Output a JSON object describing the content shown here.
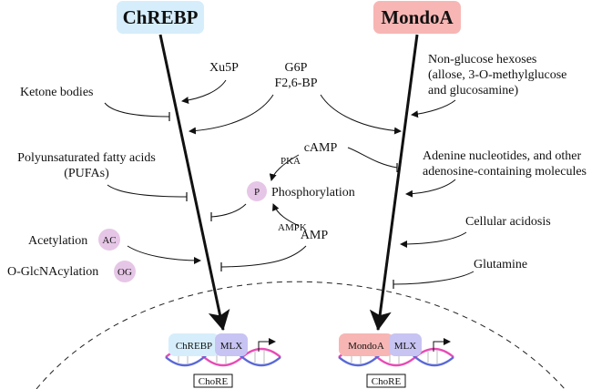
{
  "headers": {
    "left": "ChREBP",
    "right": "MondoA"
  },
  "colors": {
    "chrebp_fill": "#d6eefb",
    "mondoa_fill": "#f7b6b4",
    "mlx_fill": "#c7c3f2",
    "modification_fill": "#e6c6e6",
    "dna_pink": "#e84bb6",
    "dna_blue": "#5a69d6"
  },
  "labels": {
    "xu5p": "Xu5P",
    "g6p": "G6P",
    "f26bp": "F2,6-BP",
    "ketone_bodies": "Ketone bodies",
    "pufa_line1": "Polyunsaturated fatty acids",
    "pufa_line2": "(PUFAs)",
    "camp": "cAMP",
    "pka": "PKA",
    "p_circle": "P",
    "phosphorylation": "Phosphorylation",
    "ampk": "AMPK",
    "amp": "AMP",
    "acetylation": "Acetylation",
    "ac": "AC",
    "oglcnacylation": "O-GlcNAcylation",
    "og": "OG",
    "hexoses_line1": "Non-glucose hexoses",
    "hexoses_line2": "(allose, 3-O-methylglucose",
    "hexoses_line3": "and glucosamine)",
    "adenine_line1": "Adenine nucleotides, and other",
    "adenine_line2": "adenosine-containing molecules",
    "acidosis": "Cellular acidosis",
    "glutamine": "Glutamine"
  },
  "complexes": {
    "left_tf": "ChREBP",
    "left_partner": "MLX",
    "left_element": "ChoRE",
    "right_tf": "MondoA",
    "right_partner": "MLX",
    "right_element": "ChoRE"
  }
}
